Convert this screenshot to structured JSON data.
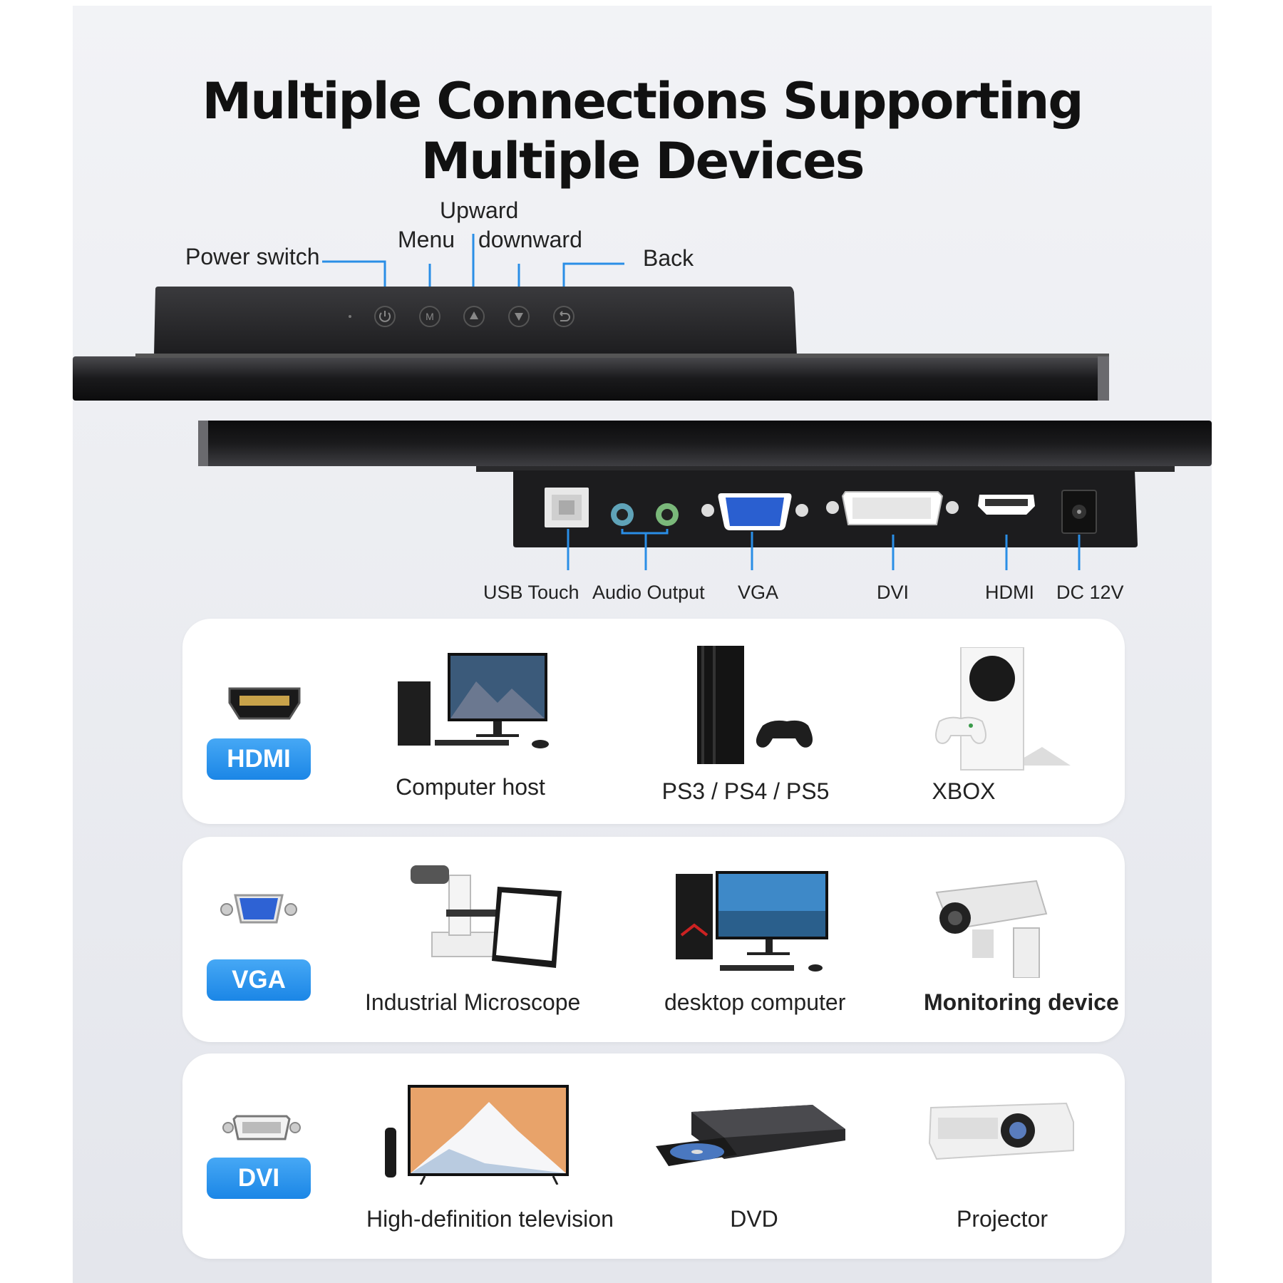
{
  "title": {
    "line1": "Multiple Connections Supporting",
    "line2": "Multiple Devices"
  },
  "buttons": {
    "power": "Power switch",
    "menu": "Menu",
    "upward": "Upward",
    "downward": "downward",
    "back": "Back",
    "menu_glyph": "M"
  },
  "ports": {
    "usb": "USB Touch",
    "audio": "Audio Output",
    "vga": "VGA",
    "dvi": "DVI",
    "hdmi": "HDMI",
    "dc": "DC 12V"
  },
  "rows": [
    {
      "interface": "HDMI",
      "icon": "hdmi-port-icon",
      "devices": [
        {
          "label": "Computer host",
          "icon": "computer-host-icon"
        },
        {
          "label": "PS3 / PS4 / PS5",
          "icon": "playstation-icon"
        },
        {
          "label": "XBOX",
          "icon": "xbox-icon"
        }
      ]
    },
    {
      "interface": "VGA",
      "icon": "vga-port-icon",
      "devices": [
        {
          "label": "Industrial Microscope",
          "icon": "microscope-icon"
        },
        {
          "label": "desktop computer",
          "icon": "desktop-computer-icon"
        },
        {
          "label": "Monitoring device",
          "icon": "security-camera-icon"
        }
      ]
    },
    {
      "interface": "DVI",
      "icon": "dvi-port-icon",
      "devices": [
        {
          "label": "High-definition television",
          "icon": "television-icon"
        },
        {
          "label": "DVD",
          "icon": "dvd-player-icon"
        },
        {
          "label": "Projector",
          "icon": "projector-icon"
        }
      ]
    }
  ],
  "colors": {
    "accent": "#1e8ae8",
    "callout_line": "#2a8ee6",
    "dark_panel": "#1c1c1e"
  }
}
